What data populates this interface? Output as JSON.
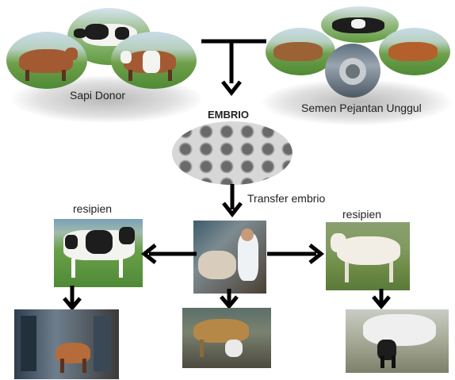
{
  "labels": {
    "sapi_donor": "Sapi Donor",
    "semen": "Semen Pejantan Unggul",
    "embrio": "EMBRIO",
    "transfer": "Transfer embrio",
    "resipien_left": "resipien",
    "resipien_right": "resipien"
  },
  "icons": {
    "arrow": "arrow-down-icon",
    "arrow_left": "arrow-left-icon",
    "arrow_right": "arrow-right-icon"
  },
  "colors": {
    "arrow": "#000000",
    "grass": "#5f9a3e",
    "cow_brown": "#a35a32"
  }
}
